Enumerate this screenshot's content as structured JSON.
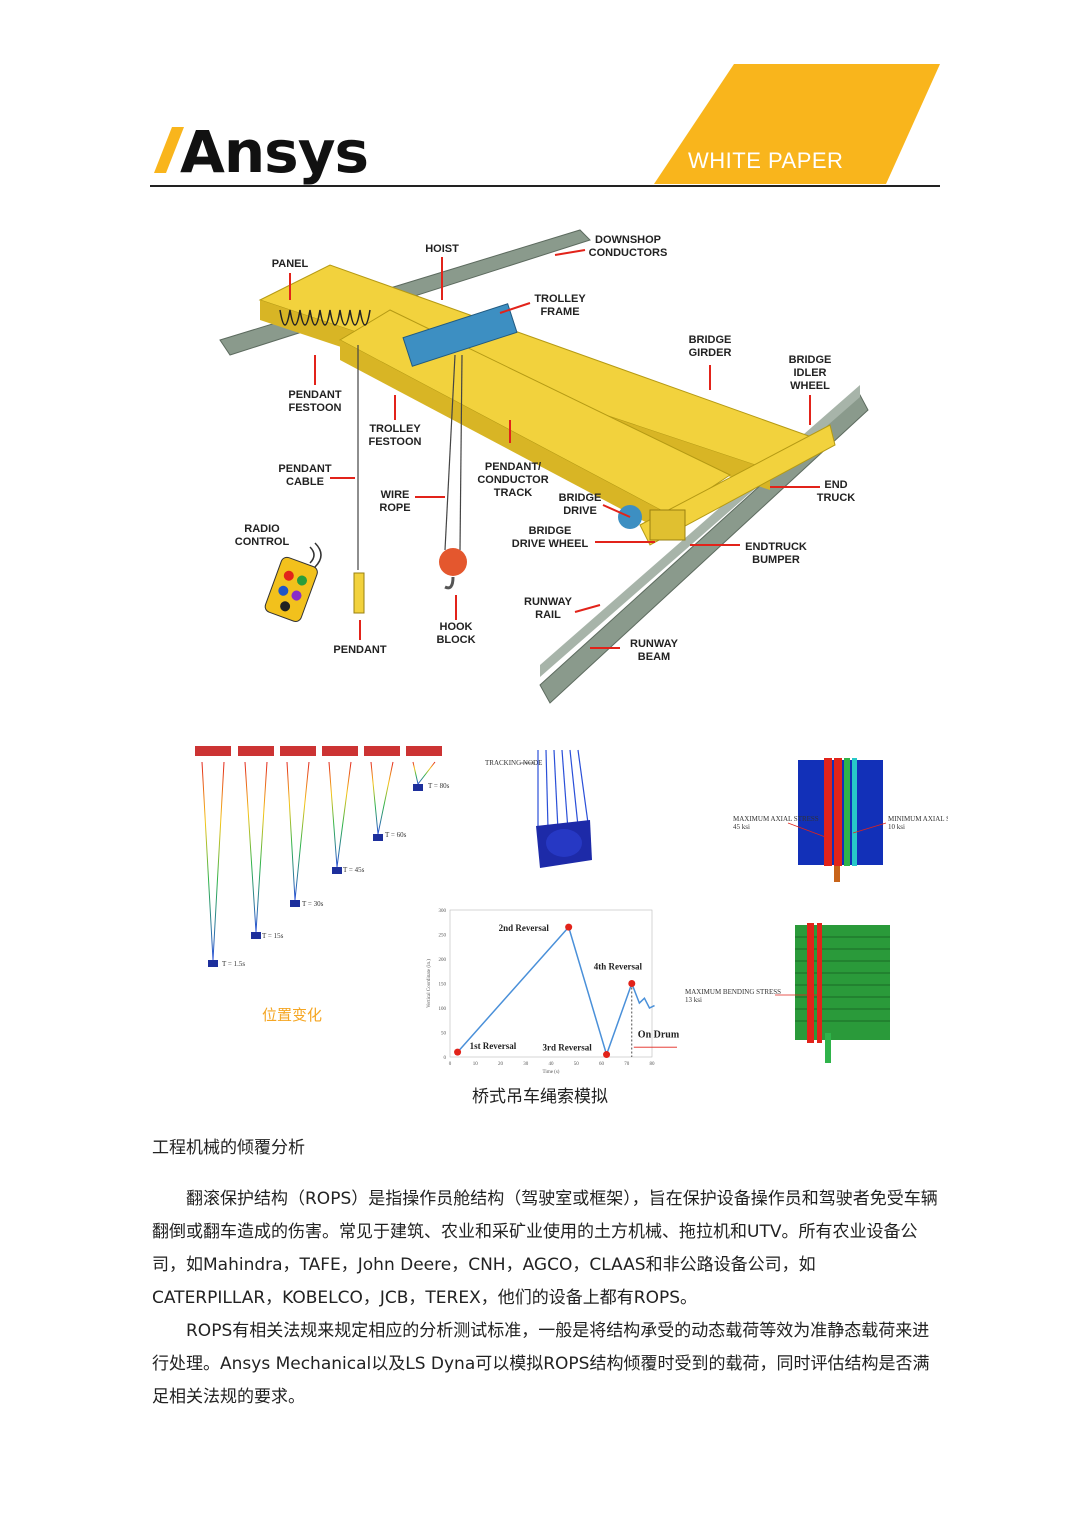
{
  "header": {
    "logo_text": "Ansys",
    "badge_text": "WHITE PAPER",
    "colors": {
      "accent": "#f9b51c",
      "logo_slash": "#f9b51c"
    }
  },
  "crane_diagram": {
    "labels": {
      "hoist": "HOIST",
      "downshop_1": "DOWNSHOP",
      "downshop_2": "CONDUCTORS",
      "panel": "PANEL",
      "trolley_frame_1": "TROLLEY",
      "trolley_frame_2": "FRAME",
      "bridge_girder_1": "BRIDGE",
      "bridge_girder_2": "GIRDER",
      "bridge_idler_1": "BRIDGE",
      "bridge_idler_2": "IDLER",
      "bridge_idler_3": "WHEEL",
      "pendant_festoon_1": "PENDANT",
      "pendant_festoon_2": "FESTOON",
      "trolley_festoon_1": "TROLLEY",
      "trolley_festoon_2": "FESTOON",
      "pendant_cable_1": "PENDANT",
      "pendant_cable_2": "CABLE",
      "pendant_conductor_1": "PENDANT/",
      "pendant_conductor_2": "CONDUCTOR",
      "pendant_conductor_3": "TRACK",
      "end_truck_1": "END",
      "end_truck_2": "TRUCK",
      "wire_rope_1": "WIRE",
      "wire_rope_2": "ROPE",
      "bridge_drive_1": "BRIDGE",
      "bridge_drive_2": "DRIVE",
      "radio_control_1": "RADIO",
      "radio_control_2": "CONTROL",
      "bridge_drive_wheel_1": "BRIDGE",
      "bridge_drive_wheel_2": "DRIVE WHEEL",
      "endtruck_bumper_1": "ENDTRUCK",
      "endtruck_bumper_2": "BUMPER",
      "runway_rail_1": "RUNWAY",
      "runway_rail_2": "RAIL",
      "runway_beam_1": "RUNWAY",
      "runway_beam_2": "BEAM",
      "hook_block_1": "HOOK",
      "hook_block_2": "BLOCK",
      "pendant": "PENDANT"
    }
  },
  "simulation_figures": {
    "position_caption": "位置变化",
    "time_labels": [
      "T = 1.5s",
      "T = 15s",
      "T = 30s",
      "T = 45s",
      "T = 60s",
      "T = 80s"
    ],
    "tracking_node": "TRACKING NODE",
    "axial_max": "MAXIMUM AXIAL STRESS",
    "axial_max_val": "45 ksi",
    "axial_min": "MINIMUM AXIAL STRESS",
    "axial_min_val": "10 ksi",
    "bending_max": "MAXIMUM BENDING STRESS",
    "bending_max_val": "13 ksi",
    "figure_caption": "桥式吊车绳索模拟"
  },
  "chart_data": {
    "type": "line",
    "title": "",
    "xlabel": "Time (s)",
    "ylabel": "Vertical Coordinate (in.)",
    "xlim": [
      0,
      80
    ],
    "ylim": [
      0,
      300
    ],
    "x_ticks": [
      0,
      10,
      20,
      30,
      40,
      50,
      60,
      70,
      80
    ],
    "y_ticks": [
      0,
      50,
      100,
      150,
      200,
      250,
      300
    ],
    "x": [
      3,
      47,
      62,
      72,
      75,
      77,
      79,
      81
    ],
    "y": [
      10,
      265,
      5,
      150,
      110,
      120,
      100,
      105
    ],
    "markers": [
      {
        "x": 3,
        "y": 10,
        "label": "1st Reversal"
      },
      {
        "x": 47,
        "y": 265,
        "label": "2nd Reversal"
      },
      {
        "x": 62,
        "y": 5,
        "label": "3rd Reversal"
      },
      {
        "x": 72,
        "y": 150,
        "label": "4th Reversal"
      }
    ],
    "annotation": "On Drum",
    "grid": false,
    "colors": {
      "line": "#4a90d9",
      "marker": "#e2231a"
    }
  },
  "body": {
    "section_title": "工程机械的倾覆分析",
    "paragraph1": "翻滚保护结构（ROPS）是指操作员舱结构（驾驶室或框架），旨在保护设备操作员和驾驶者免受车辆翻倒或翻车造成的伤害。常见于建筑、农业和采矿业使用的土方机械、拖拉机和UTV。所有农业设备公司，如Mahindra，TAFE，John Deere，CNH，AGCO，CLAAS和非公路设备公司，如CATERPILLAR，KOBELCO，JCB，TEREX，他们的设备上都有ROPS。",
    "paragraph2": "ROPS有相关法规来规定相应的分析测试标准，一般是将结构承受的动态载荷等效为准静态载荷来进行处理。Ansys Mechanical以及LS Dyna可以模拟ROPS结构倾覆时受到的载荷，同时评估结构是否满足相关法规的要求。"
  }
}
